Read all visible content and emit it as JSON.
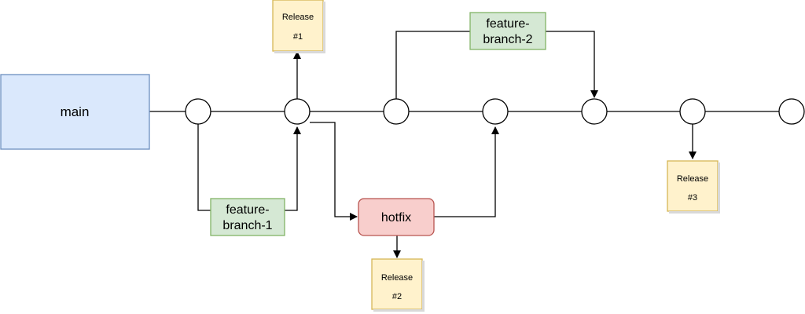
{
  "nodes": {
    "main": {
      "label": "main"
    },
    "feature_branch_1": {
      "line1": "feature-",
      "line2": "branch-1"
    },
    "feature_branch_2": {
      "line1": "feature-",
      "line2": "branch-2"
    },
    "hotfix": {
      "label": "hotfix"
    },
    "release_1": {
      "line1": "Release",
      "line2": "#1"
    },
    "release_2": {
      "line1": "Release",
      "line2": "#2"
    },
    "release_3": {
      "line1": "Release",
      "line2": "#3"
    }
  },
  "colors": {
    "main_fill": "#dae8fc",
    "main_stroke": "#6c8ebf",
    "feature_fill": "#d5e8d4",
    "feature_stroke": "#82b366",
    "hotfix_fill": "#f8cecc",
    "hotfix_stroke": "#b85450",
    "release_fill": "#fff2cc",
    "release_stroke": "#d6b656",
    "line": "#000000"
  }
}
